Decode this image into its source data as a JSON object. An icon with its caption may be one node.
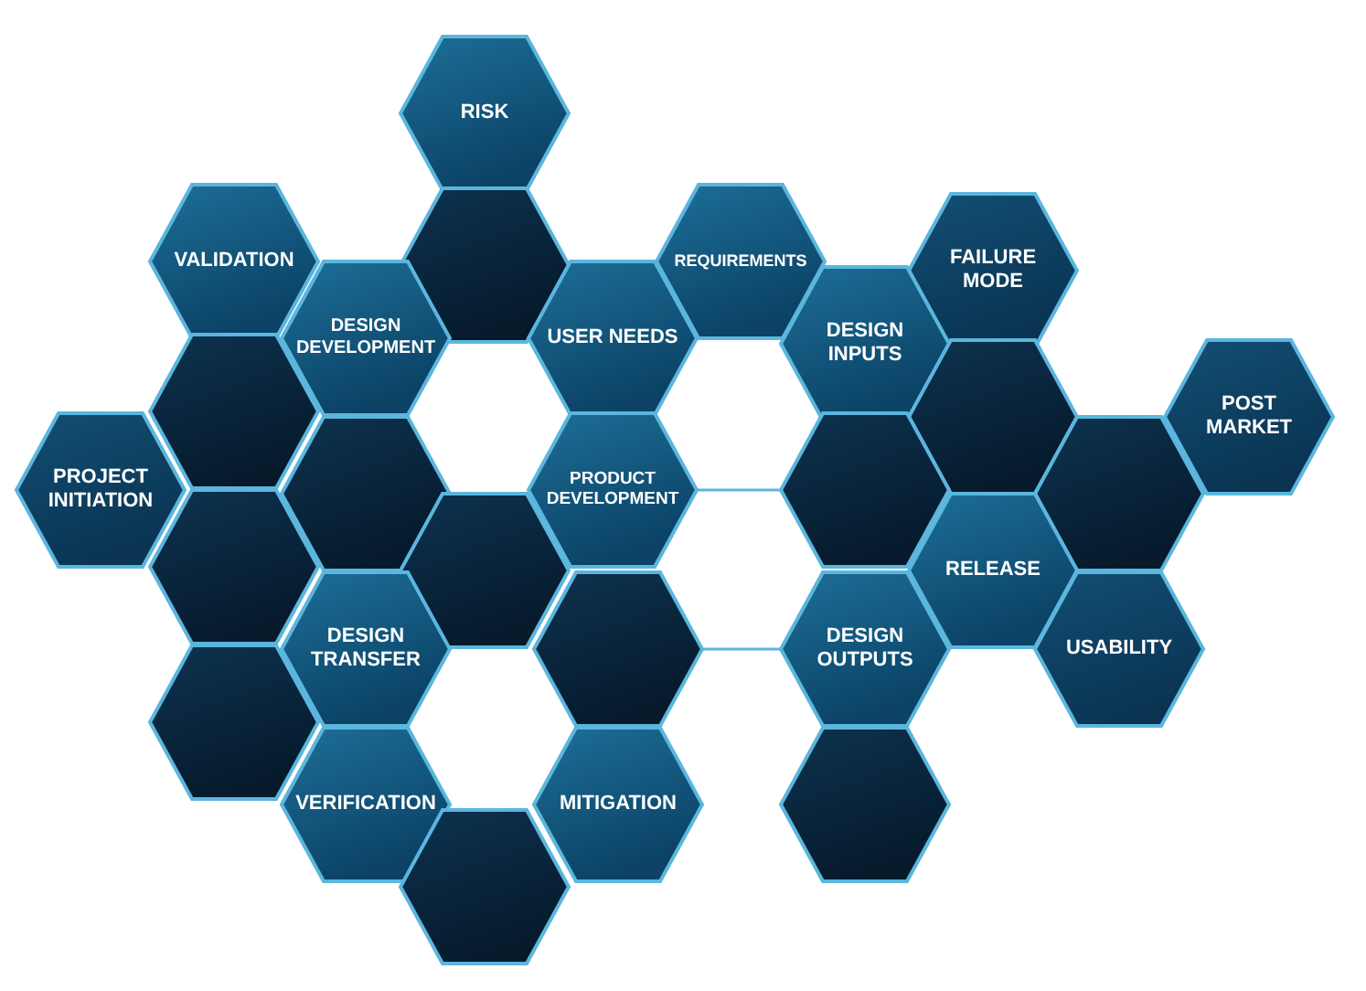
{
  "diagram": {
    "nodes": [
      {
        "text": [
          "RISK"
        ]
      },
      {
        "text": [
          "VALIDATION"
        ]
      },
      {
        "text": [],
        "shape": "hexagon"
      },
      {
        "text": [
          "REQUIREMENTS"
        ]
      },
      {
        "text": [
          "FAILURE MODE"
        ]
      },
      {
        "text": [
          "DESIGN DEVELOPMENT"
        ]
      },
      {
        "text": [
          "USER NEEDS"
        ]
      },
      {
        "text": [
          "DESIGN INPUTS"
        ]
      },
      {
        "text": [],
        "shape": "hexagon"
      },
      {
        "text": [
          "POST MARKET"
        ]
      },
      {
        "text": [],
        "shape": "hexagon"
      },
      {
        "text": [
          "PROJECT INITIATION"
        ]
      },
      {
        "text": [],
        "shape": "hexagon"
      },
      {
        "text": [
          "PRODUCT DEVELOPMENT"
        ]
      },
      {
        "text": [],
        "shape": "hexagon"
      },
      {
        "text": [],
        "shape": "hexagon"
      },
      {
        "text": [],
        "shape": "hexagon"
      },
      {
        "text": [],
        "shape": "hexagon"
      },
      {
        "text": [
          "RELEASE"
        ]
      },
      {
        "text": [
          "DESIGN TRANSFER"
        ]
      },
      {
        "text": [],
        "shape": "hexagon"
      },
      {
        "text": [
          "DESIGN OUTPUTS"
        ]
      },
      {
        "text": [
          "USABILITY"
        ]
      },
      {
        "text": [],
        "shape": "hexagon"
      },
      {
        "text": [
          "VERIFICATION"
        ]
      },
      {
        "text": [
          "MITIGATION"
        ]
      },
      {
        "text": [],
        "shape": "hexagon"
      },
      {
        "text": [],
        "shape": "hexagon"
      }
    ],
    "edges": [
      {
        "from": 13,
        "to": 14,
        "arrow": "none"
      },
      {
        "from": 20,
        "to": 21,
        "arrow": "none"
      }
    ]
  }
}
